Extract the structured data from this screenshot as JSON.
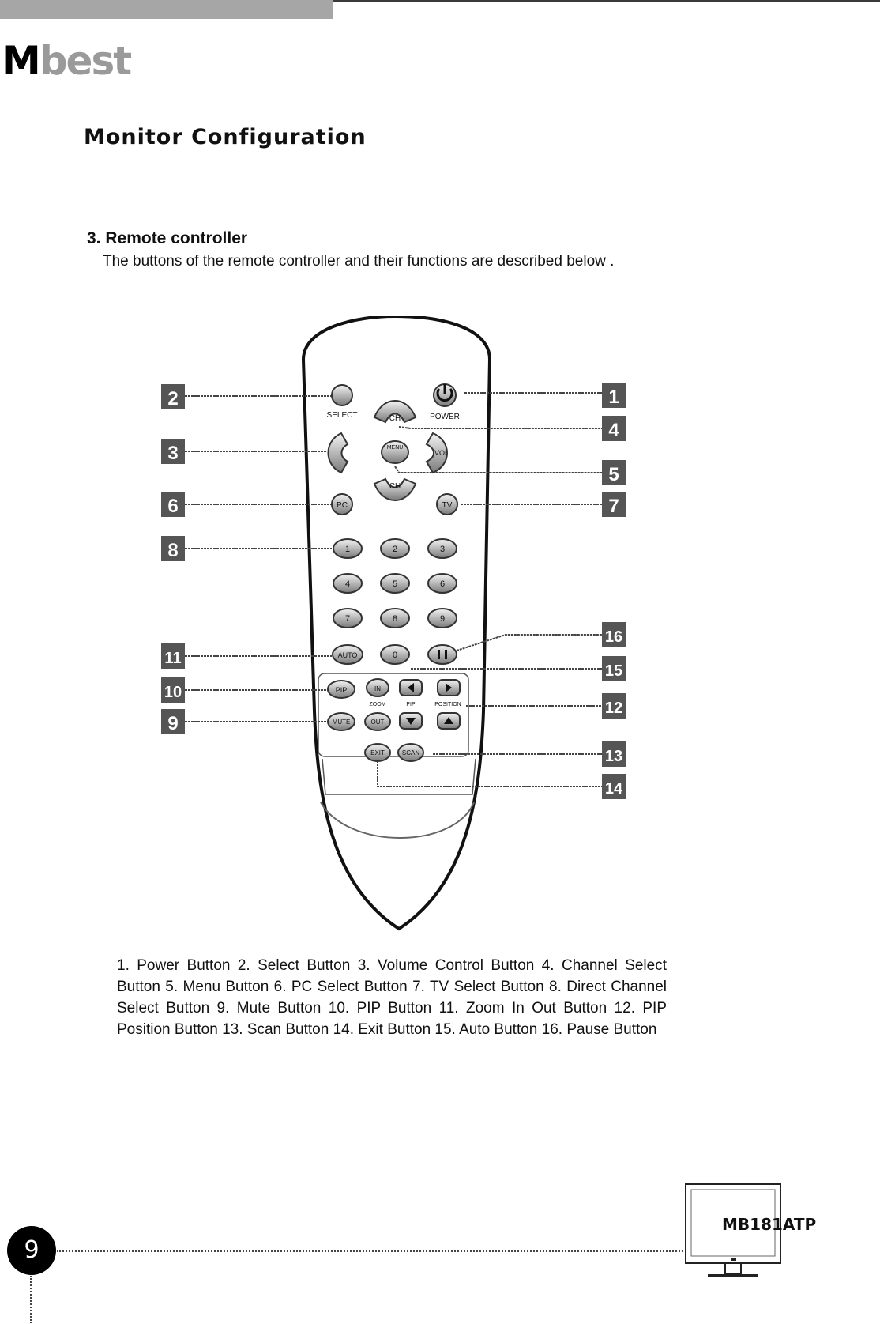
{
  "header": {
    "logo_initial": "M",
    "logo_rest": "best",
    "page_title": "Monitor Configuration"
  },
  "section": {
    "heading": "3. Remote controller",
    "intro": "The buttons of the remote controller and their functions are described below ."
  },
  "remote": {
    "callouts": [
      "1",
      "2",
      "3",
      "4",
      "5",
      "6",
      "7",
      "8",
      "9",
      "10",
      "11",
      "12",
      "13",
      "14",
      "15",
      "16"
    ],
    "labels": {
      "select": "SELECT",
      "power": "POWER",
      "ch": "CH",
      "menu": "MENU",
      "vol": "VOL",
      "pc": "PC",
      "tv": "TV",
      "auto": "AUTO",
      "pip": "PIP",
      "zoom_in": "IN",
      "zoom": "ZOOM",
      "zoom_out": "OUT",
      "position": "POSITION",
      "mute": "MUTE",
      "exit": "EXIT",
      "scan": "SCAN"
    },
    "digits": [
      "1",
      "2",
      "3",
      "4",
      "5",
      "6",
      "7",
      "8",
      "9",
      "0"
    ]
  },
  "description": "1. Power Button 2. Select Button 3. Volume Control Button 4. Channel Select Button 5. Menu Button 6. PC Select Button 7. TV Select Button 8. Direct Channel Select Button 9. Mute Button 10. PIP Button 11. Zoom In Out Button 12. PIP Position Button 13. Scan Button 14. Exit Button 15. Auto Button 16. Pause Button",
  "footer": {
    "page_number": "9",
    "model": "MB181ATP"
  }
}
